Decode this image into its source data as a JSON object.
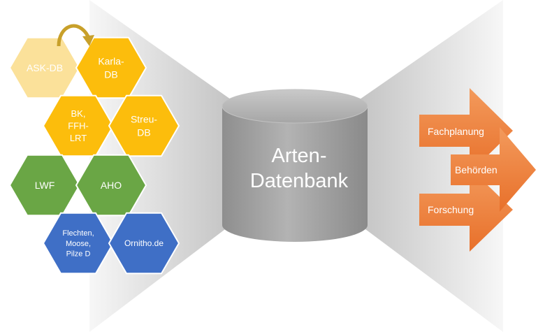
{
  "sources": [
    {
      "id": "ask-db",
      "lines": [
        "ASK-DB"
      ],
      "color": "#fbe19a",
      "text_color": "#ffffff"
    },
    {
      "id": "karla-db",
      "lines": [
        "Karla-",
        "DB"
      ],
      "color": "#fcbd0c",
      "text_color": "#ffffff"
    },
    {
      "id": "bk-ffh-lrt",
      "lines": [
        "BK,",
        "FFH-",
        "LRT"
      ],
      "color": "#fcbd0c",
      "text_color": "#ffffff"
    },
    {
      "id": "streu-db",
      "lines": [
        "Streu-",
        "DB"
      ],
      "color": "#fcbd0c",
      "text_color": "#ffffff"
    },
    {
      "id": "lwf",
      "lines": [
        "LWF"
      ],
      "color": "#6aa645",
      "text_color": "#ffffff"
    },
    {
      "id": "aho",
      "lines": [
        "AHO"
      ],
      "color": "#6aa645",
      "text_color": "#ffffff"
    },
    {
      "id": "flechten-moose-pilze",
      "lines": [
        "Flechten,",
        "Moose,",
        "Pilze D"
      ],
      "color": "#3f6fc6",
      "text_color": "#ffffff"
    },
    {
      "id": "ornitho-de",
      "lines": [
        "Ornitho.de"
      ],
      "color": "#3f6fc6",
      "text_color": "#ffffff"
    }
  ],
  "database": {
    "lines": [
      "Arten-",
      "Datenbank"
    ],
    "color": "#a8a8a8",
    "text_color": "#ffffff"
  },
  "outputs": [
    {
      "id": "fachplanung",
      "label": "Fachplanung"
    },
    {
      "id": "behoerden",
      "label": "Behörden"
    },
    {
      "id": "forschung",
      "label": "Forschung"
    }
  ],
  "colors": {
    "arrow": "#f07f3a",
    "arrow_text": "#ffffff",
    "funnel": "#dcdcdc",
    "curved_arrow": "#c8a02a"
  }
}
